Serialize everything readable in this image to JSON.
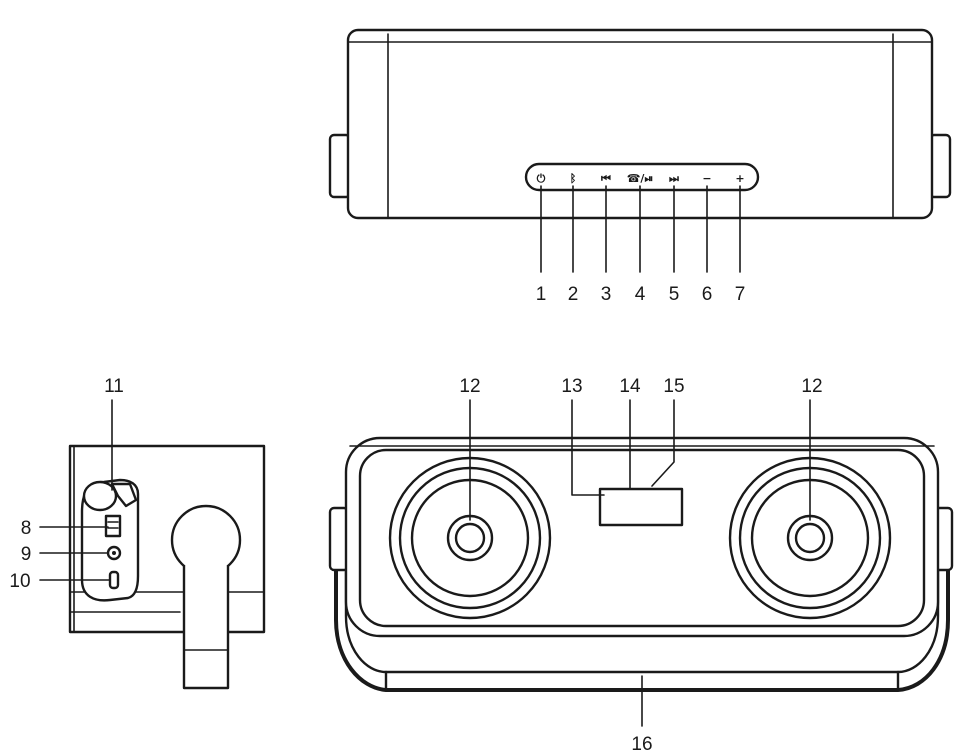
{
  "front_view": {
    "control_panel": {
      "buttons": [
        {
          "id": 1,
          "symbol": "⏻",
          "icon": "power-icon"
        },
        {
          "id": 2,
          "symbol": "ᛒ",
          "icon": "bluetooth-icon"
        },
        {
          "id": 3,
          "symbol": "⏮",
          "icon": "previous-track-icon"
        },
        {
          "id": 4,
          "symbol": "☎/⏯",
          "icon": "call-play-pause-icon"
        },
        {
          "id": 5,
          "symbol": "⏭",
          "icon": "next-track-icon"
        },
        {
          "id": 6,
          "symbol": "−",
          "icon": "volume-down-icon"
        },
        {
          "id": 7,
          "symbol": "+",
          "icon": "volume-up-icon"
        }
      ]
    },
    "callouts": [
      "1",
      "2",
      "3",
      "4",
      "5",
      "6",
      "7"
    ]
  },
  "side_view": {
    "callouts": {
      "ports_cover": "11",
      "usb_port": "8",
      "aux_port": "9",
      "charge_port": "10"
    }
  },
  "top_view": {
    "callouts": {
      "speaker_left": "12",
      "speaker_right": "12",
      "display": "13",
      "indicator_a": "14",
      "indicator_b": "15",
      "handle": "16"
    }
  }
}
